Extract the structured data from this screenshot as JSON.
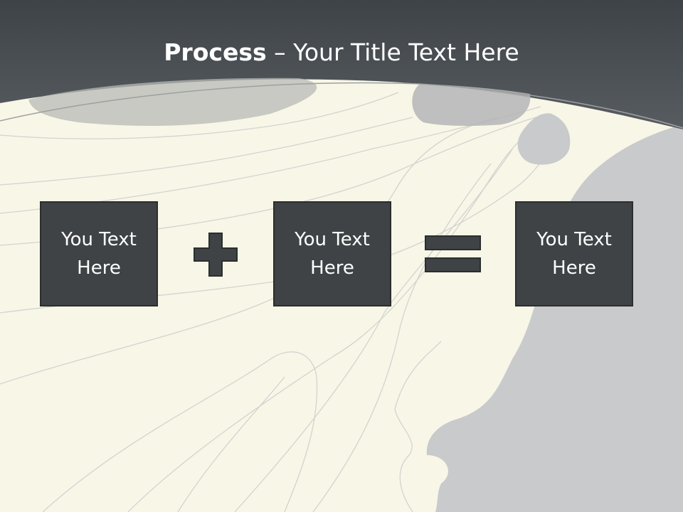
{
  "title": {
    "bold": "Process",
    "rest": " – Your Title Text Here"
  },
  "boxes": [
    {
      "text": "You Text Here"
    },
    {
      "text": "You Text Here"
    },
    {
      "text": "You Text Here"
    }
  ],
  "colors": {
    "background": "#f8f6e7",
    "header": "#4b5157",
    "silhouette": "#c9cacb",
    "box_fill": "#3f4346",
    "contour_lines": "#cfcfcc"
  },
  "icons": {
    "plus": "plus-icon",
    "equals": "equals-icon"
  }
}
